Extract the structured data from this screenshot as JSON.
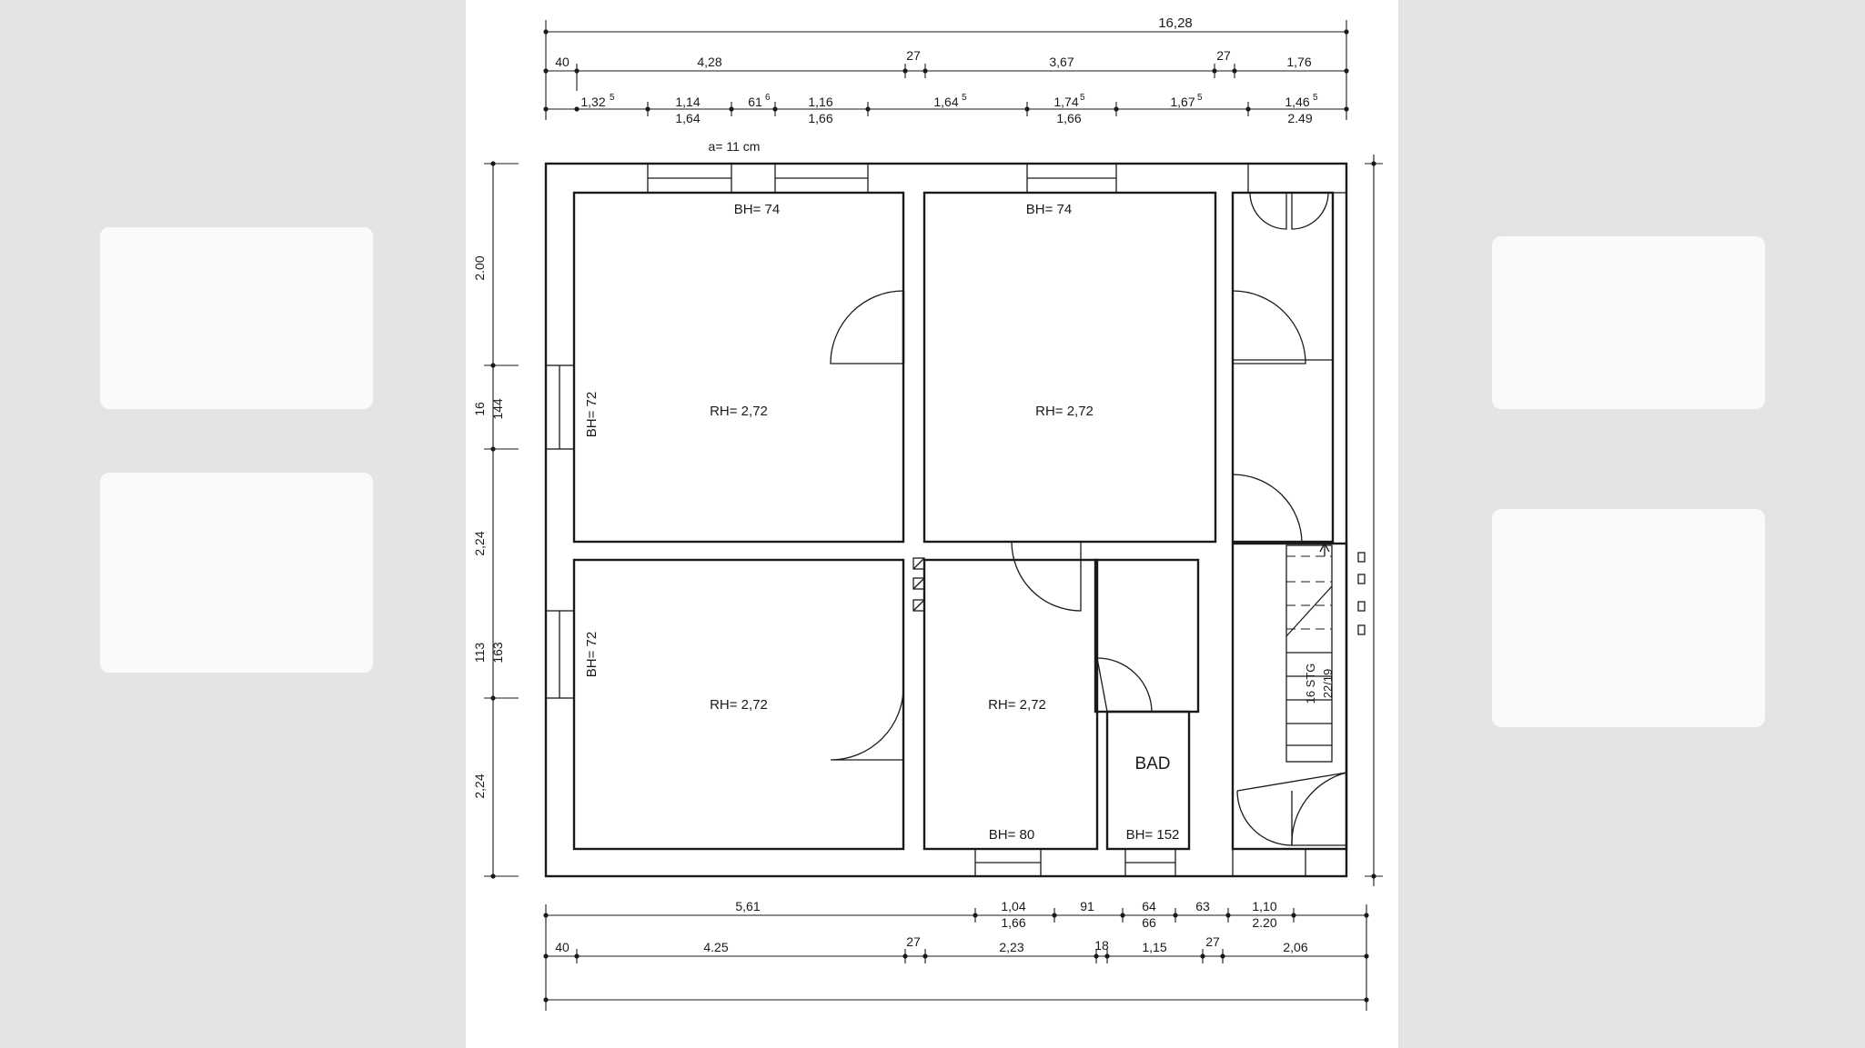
{
  "colors": {
    "ink": "#1a1a1a",
    "sheet": "#ffffff",
    "background": "#c9c9c9"
  },
  "dims_top": {
    "total": "16,28",
    "row1": [
      "40",
      "4,28",
      "27",
      "3,67",
      "27",
      "1,76"
    ],
    "row2": [
      "1,32",
      "1,14",
      "61",
      "1,16",
      "1,64",
      "1,74",
      "1,67",
      "1,46"
    ],
    "row2_sup": [
      "5",
      "6",
      "5",
      "5",
      "5",
      "5"
    ],
    "row3": [
      "1,64",
      "1,66",
      "1,66",
      "2.49"
    ],
    "wall_note": "a= 11 cm"
  },
  "dims_left": [
    "2.00",
    "16",
    "144",
    "2,24",
    "113",
    "163",
    "2,24"
  ],
  "dims_bottom": {
    "row1": [
      "5,61",
      "1,04",
      "91",
      "64",
      "63",
      "1,10"
    ],
    "row1_sub": [
      "1,66",
      "66",
      "2.20"
    ],
    "row2": [
      "40",
      "4.25",
      "27",
      "2,23",
      "18",
      "1,15",
      "27",
      "2,06"
    ]
  },
  "rooms": {
    "room1": {
      "window": "BH= 74",
      "height": "RH= 2,72",
      "side_window": "BH= 72"
    },
    "room2": {
      "window": "BH= 74",
      "height": "RH= 2,72"
    },
    "room3": {
      "height": "RH= 2,72",
      "side_window": "BH= 72"
    },
    "room4": {
      "height": "RH= 2,72",
      "window": "BH= 80"
    },
    "bath": {
      "name": "BAD",
      "window": "BH= 152"
    }
  },
  "stair": {
    "steps": "16 STG",
    "ratio": "22/19"
  }
}
